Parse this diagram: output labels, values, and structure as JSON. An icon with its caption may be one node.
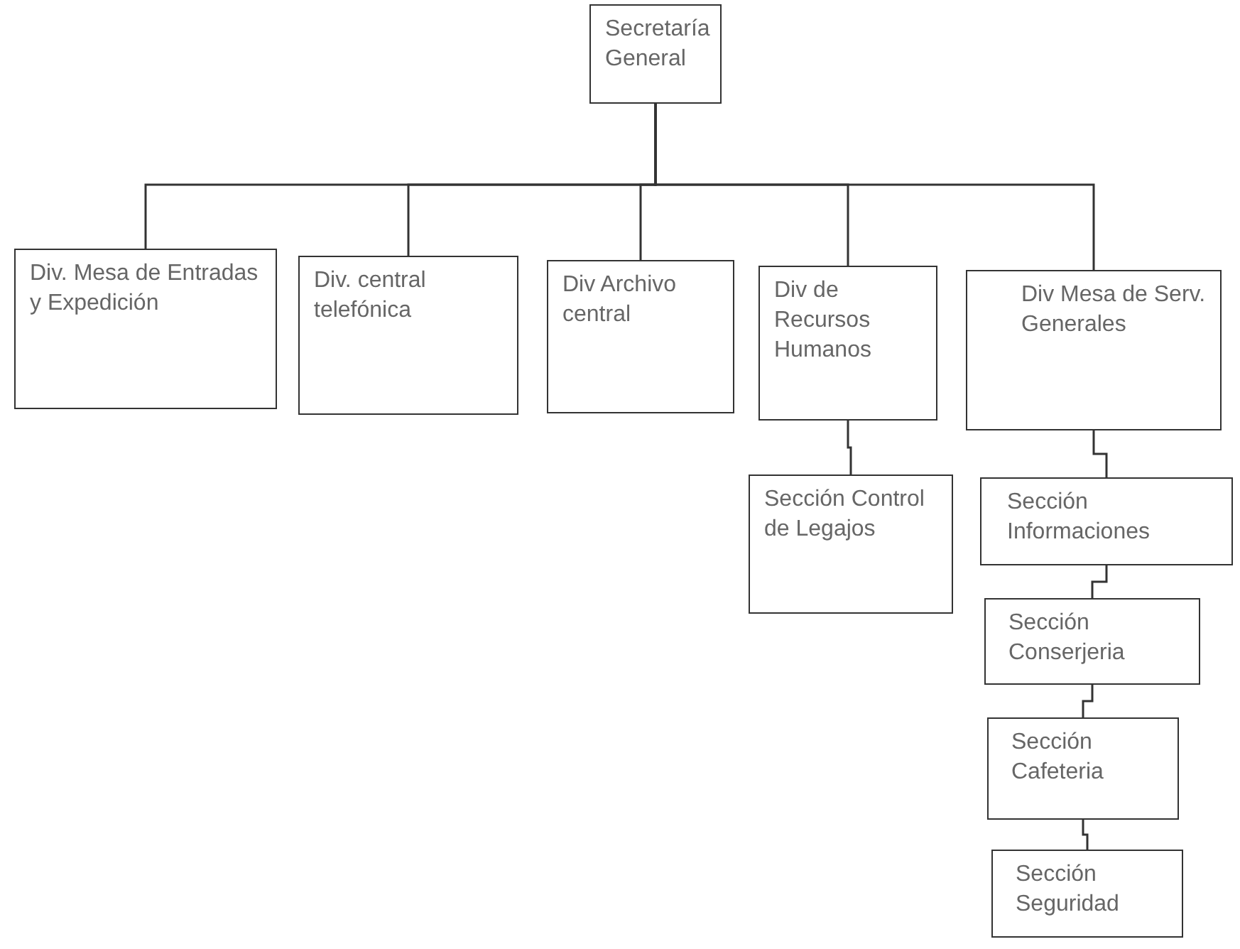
{
  "diagram": {
    "nodes": [
      {
        "text": [
          "Secretaría General"
        ]
      },
      {
        "text": [
          "Div. Mesa de Entradas y Expedición"
        ]
      },
      {
        "text": [
          "Div. central telefónica"
        ]
      },
      {
        "text": [
          "Div Archivo central"
        ]
      },
      {
        "text": [
          "Div de Recursos Humanos"
        ]
      },
      {
        "text": [
          "Div Mesa de Serv. Generales"
        ]
      },
      {
        "text": [
          "Sección Control de Legajos"
        ]
      },
      {
        "text": [
          "Sección Informaciones"
        ]
      },
      {
        "text": [
          "Sección Conserjeria"
        ]
      },
      {
        "text": [
          "Sección Cafeteria"
        ]
      },
      {
        "text": [
          "Sección Seguridad"
        ]
      }
    ],
    "edges": [
      {
        "from": 0,
        "to": 1,
        "arrow": "none"
      },
      {
        "from": 0,
        "to": 2,
        "arrow": "none"
      },
      {
        "from": 0,
        "to": 3,
        "arrow": "none"
      },
      {
        "from": 0,
        "to": 4,
        "arrow": "none"
      },
      {
        "from": 0,
        "to": 5,
        "arrow": "none"
      },
      {
        "from": 4,
        "to": 6,
        "arrow": "none"
      },
      {
        "from": 5,
        "to": 7,
        "arrow": "none"
      },
      {
        "from": 7,
        "to": 8,
        "arrow": "none"
      },
      {
        "from": 8,
        "to": 9,
        "arrow": "none"
      },
      {
        "from": 9,
        "to": 10,
        "arrow": "none"
      }
    ]
  }
}
